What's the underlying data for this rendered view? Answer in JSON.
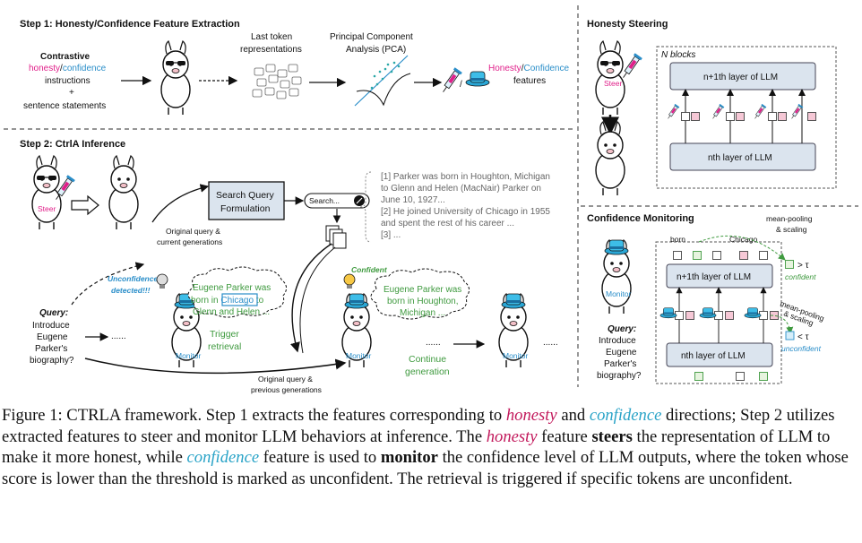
{
  "step1": {
    "title": "Step 1: Honesty/Confidence Feature Extraction",
    "contrastive": "Contrastive",
    "honesty_word": "honesty",
    "slash": "/",
    "confidence_word": "confidence",
    "instructions": "instructions",
    "plus": "+",
    "sentence": "sentence statements",
    "last_token_l1": "Last token",
    "last_token_l2": "representations",
    "pca_l1": "Principal Component",
    "pca_l2": "Analysis (PCA)",
    "features_honesty": "Honesty",
    "features_slash": "/",
    "features_confidence": "Confidence",
    "features_word": "features"
  },
  "steering": {
    "title": "Honesty Steering",
    "n_blocks": "N blocks",
    "layer_top": "n+1th layer of LLM",
    "layer_bottom": "nth layer of LLM",
    "steer_label": "Steer"
  },
  "step2": {
    "title": "Step 2: CtrlA Inference",
    "steer_label": "Steer",
    "search_box": "Search...",
    "search_query_l1": "Search Query",
    "search_query_l2": "Formulation",
    "orig_query_l1": "Original query &",
    "orig_query_l2": "current generations",
    "retrieved_1": "[1] Parker was born in Houghton, Michigan",
    "retrieved_2": "to Glenn and Helen (MacNair) Parker on",
    "retrieved_3": "June 10, 1927...",
    "retrieved_4": "[2] He joined University of Chicago in 1955",
    "retrieved_5": "and spent the rest of his career ...",
    "retrieved_6": "[3] ...",
    "unconfidence_l1": "Unconfidence",
    "unconfidence_l2": "detected!!!",
    "bubble1_l1": "Eugene Parker was",
    "bubble1_l2a": "born in ",
    "bubble1_chicago": "Chicago",
    "bubble1_l2b": " to",
    "bubble1_l3": "Glenn and Helen ...",
    "trigger_l1": "Trigger",
    "trigger_l2": "retrieval",
    "confident": "Confident",
    "bubble2_l1": "Eugene Parker was",
    "bubble2_l2": "born in Houghton,",
    "bubble2_l3": "Michigan ...",
    "continue_l1": "Continue",
    "continue_l2": "generation",
    "query_label": "Query:",
    "query_l1": "Introduce",
    "query_l2": "Eugene",
    "query_l3": "Parker's",
    "query_l4": "biography?",
    "monitor": "Monitor",
    "orig_prev_l1": "Original query &",
    "orig_prev_l2": "previous generations",
    "dots": "......"
  },
  "monitoring": {
    "title": "Confidence Monitoring",
    "mean_pool_l1": "mean-pooling",
    "mean_pool_l2": "& scaling",
    "tok_born": "born",
    "tok_chicago": "Chicago",
    "layer_top": "n+1th layer of LLM",
    "layer_bottom": "nth layer of LLM",
    "gt_tau": "> τ",
    "confident": "confident",
    "lt_tau": "< τ",
    "unconfident": "unconfident",
    "query_label": "Query:",
    "query_l1": "Introduce",
    "query_l2": "Eugene",
    "query_l3": "Parker's",
    "query_l4": "biography?",
    "monitor": "Monitor"
  },
  "caption": {
    "p1": "Figure 1: C",
    "p1sc": "TRL",
    "p1b": "A framework. Step 1 extracts the features corresponding to ",
    "honesty": "honesty",
    "p2": " and ",
    "confidence": "confidence",
    "p3": " directions; Step 2 utilizes extracted features to steer and monitor LLM behaviors at inference. The ",
    "honesty2": "honesty",
    "p4": " feature ",
    "steers": "steers",
    "p5": " the representation of LLM to make it more honest, while ",
    "confidence2": "confidence",
    "p6": " feature is used to ",
    "monitor": "monitor",
    "p7": " the confidence level of LLM outputs, where the token whose score is lower than the threshold is marked as unconfident. The retrieval is triggered if specific tokens are unconfident."
  },
  "colors": {
    "honesty": "#e0208a",
    "confidence": "#2a8ec9",
    "layer_box": "#dbe4ee",
    "green": "#3f9a3f"
  }
}
